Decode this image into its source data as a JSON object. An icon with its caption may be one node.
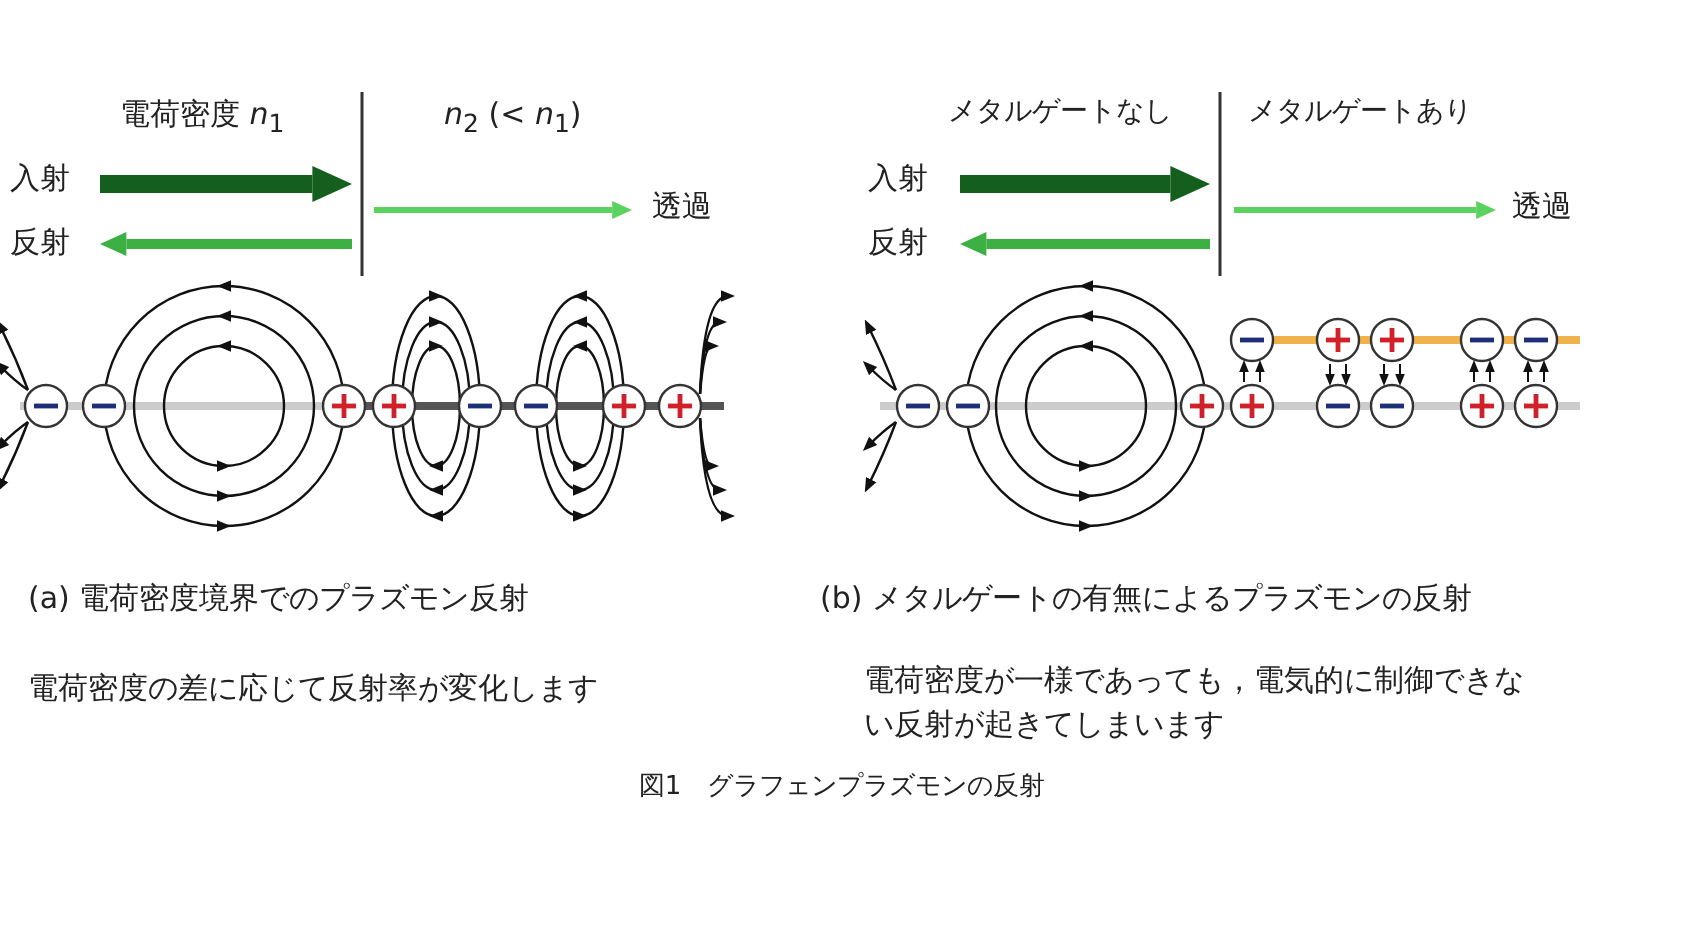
{
  "diagram": {
    "caption": "図1　グラフェンプラズモンの反射",
    "labels": [
      "電荷密度 *n*$_{1}$",
      "*n*$_{2}$ (< *n*$_{1}$)",
      "入射",
      "反射",
      "透過",
      "メタルゲートなし",
      "メタルゲートあり",
      "入射",
      "反射",
      "透過",
      "(a) 電荷密度境界でのプラズモン反射",
      "(b) メタルゲートの有無によるプラズモンの反射",
      "電荷密度の差に応じて反射率が変化します",
      "電荷密度が一様であっても，電気的に制御できない反射が起きてしまいます"
    ]
  }
}
